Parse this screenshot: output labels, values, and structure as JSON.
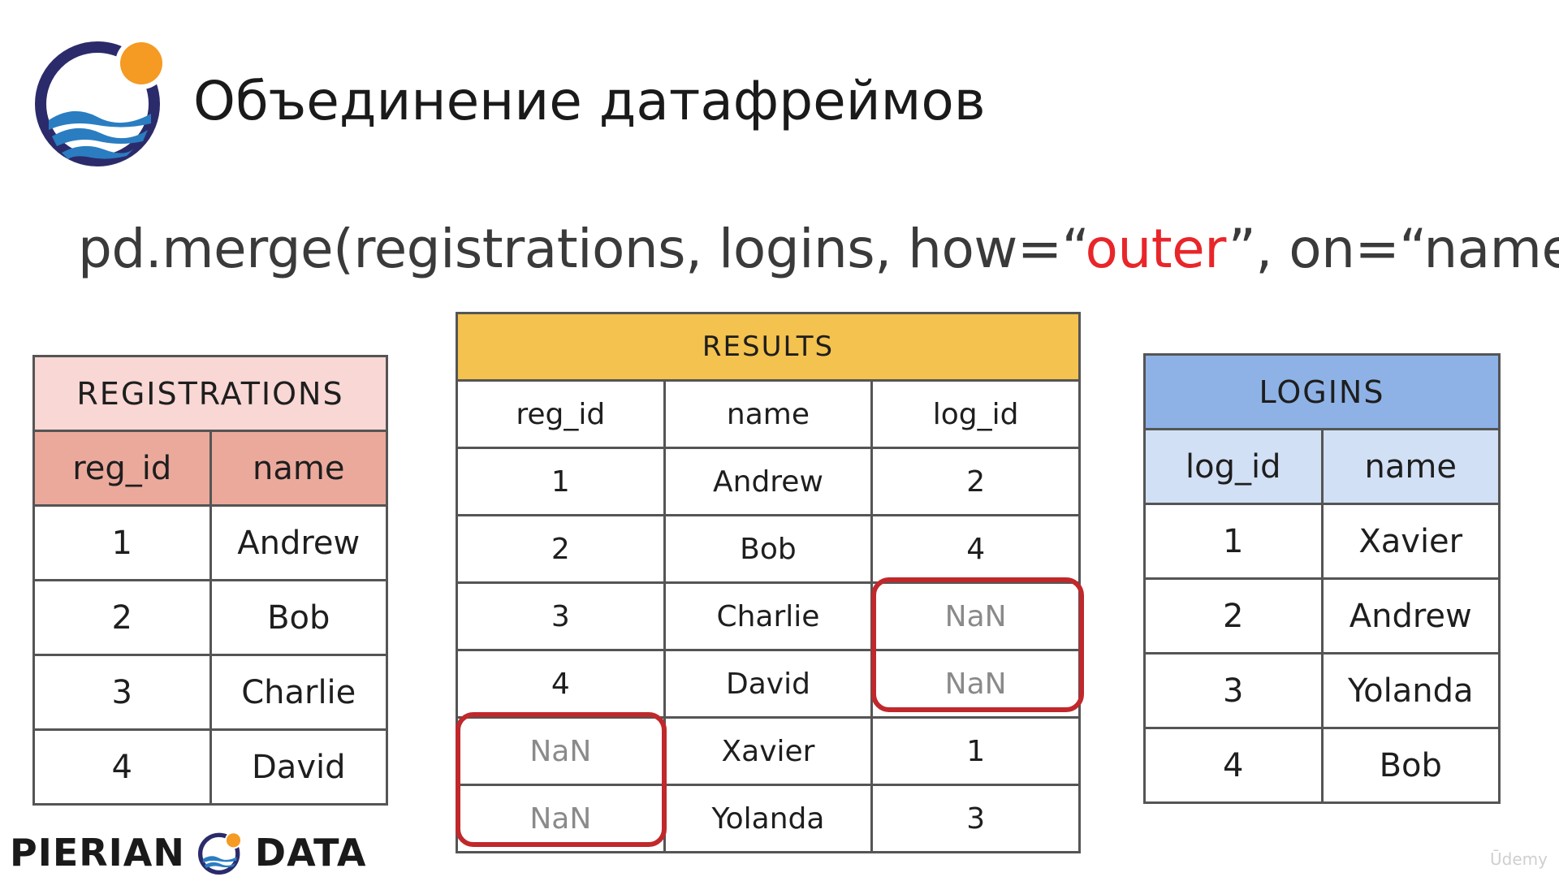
{
  "header": {
    "title": "Объединение датафреймов"
  },
  "code": {
    "prefix": "pd.merge(registrations, logins, how=“",
    "keyword": "outer",
    "suffix": "”, on=“name”)"
  },
  "registrations": {
    "caption": "REGISTRATIONS",
    "columns": [
      "reg_id",
      "name"
    ],
    "rows": [
      [
        "1",
        "Andrew"
      ],
      [
        "2",
        "Bob"
      ],
      [
        "3",
        "Charlie"
      ],
      [
        "4",
        "David"
      ]
    ]
  },
  "results": {
    "caption": "RESULTS",
    "columns": [
      "reg_id",
      "name",
      "log_id"
    ],
    "rows": [
      [
        "1",
        "Andrew",
        "2"
      ],
      [
        "2",
        "Bob",
        "4"
      ],
      [
        "3",
        "Charlie",
        "NaN"
      ],
      [
        "4",
        "David",
        "NaN"
      ],
      [
        "NaN",
        "Xavier",
        "1"
      ],
      [
        "NaN",
        "Yolanda",
        "3"
      ]
    ]
  },
  "logins": {
    "caption": "LOGINS",
    "columns": [
      "log_id",
      "name"
    ],
    "rows": [
      [
        "1",
        "Xavier"
      ],
      [
        "2",
        "Andrew"
      ],
      [
        "3",
        "Yolanda"
      ],
      [
        "4",
        "Bob"
      ]
    ]
  },
  "brand": {
    "left": "PIERIAN",
    "right": "DATA"
  },
  "watermark": "Ūdemy",
  "colors": {
    "registrations_caption_bg": "#f8d7d4",
    "registrations_header_bg": "#eba99c",
    "results_caption_bg": "#f4c24e",
    "logins_caption_bg": "#8eb2e6",
    "logins_header_bg": "#d1e0f5",
    "highlight_border": "#c0282c",
    "keyword": "#e8262a",
    "logo_ring": "#2b2b6b",
    "logo_sun": "#f59a23",
    "logo_wave": "#2a7dc1"
  }
}
